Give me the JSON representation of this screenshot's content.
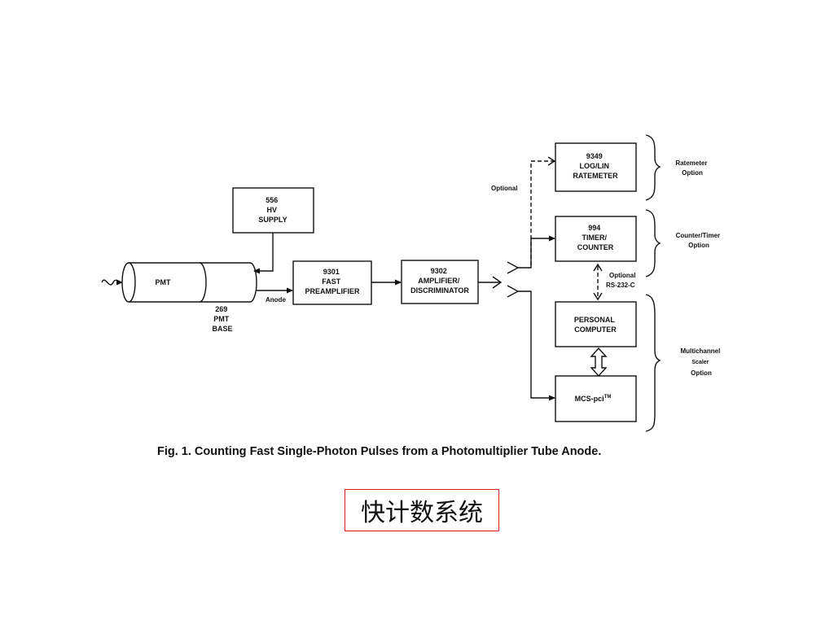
{
  "figure": {
    "pmt_label": "PMT",
    "base_lines": [
      "269",
      "PMT",
      "BASE"
    ],
    "anode_label": "Anode",
    "hv_lines": [
      "556",
      "HV",
      "SUPPLY"
    ],
    "preamp_lines": [
      "9301",
      "FAST",
      "PREAMPLIFIER"
    ],
    "ampdisc_lines": [
      "9302",
      "AMPLIFIER/",
      "DISCRIMINATOR"
    ],
    "ratemeter_lines": [
      "9349",
      "LOG/LIN",
      "RATEMETER"
    ],
    "timer_lines": [
      "994",
      "TIMER/",
      "COUNTER"
    ],
    "pc_lines": [
      "PERSONAL",
      "COMPUTER"
    ],
    "mcs_label": "MCS-pci",
    "mcs_tm": "TM",
    "optional_label": "Optional",
    "rs232_lines": [
      "Optional",
      "RS-232-C"
    ],
    "group_ratemeter": [
      "Ratemeter",
      "Option"
    ],
    "group_counter": [
      "Counter/Timer",
      "Option"
    ],
    "group_mcs": [
      "Multichannel",
      "Scaler",
      "Option"
    ],
    "caption": "Fig. 1.  Counting Fast Single-Photon Pulses from a Photomultiplier Tube Anode."
  },
  "slide_title": "快计数系统"
}
